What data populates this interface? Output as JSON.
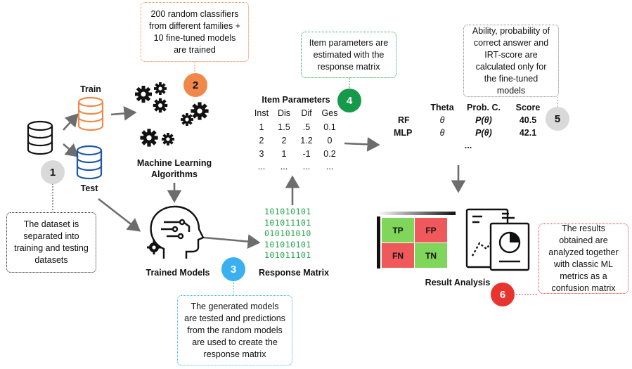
{
  "notes": {
    "step1": "The dataset is separated into training and testing datasets",
    "step2": "200 random classifiers from different families + 10 fine-tuned models are trained",
    "step3": "The generated models are tested and predictions from the random models are used to create the response matrix",
    "step4": "Item parameters are estimated with the response matrix",
    "step5": "Ability, probability of correct answer and IRT-score are calculated only for the fine-tuned models",
    "step6": "The results obtained are analyzed together with classic ML metrics as a confusion matrix"
  },
  "badges": [
    "1",
    "2",
    "3",
    "4",
    "5",
    "6"
  ],
  "badge_colors": [
    "#d9d9d9",
    "#f0884a",
    "#3ab0f0",
    "#159a4a",
    "#d9d9d9",
    "#e9332f"
  ],
  "labels": {
    "train": "Train",
    "test": "Test",
    "ml_algorithms_1": "Machine Learning",
    "ml_algorithms_2": "Algorithms",
    "trained_models": "Trained Models",
    "response_matrix": "Response Matrix",
    "item_parameters": "Item Parameters",
    "result_analysis": "Result Analysis"
  },
  "binary_rows": [
    "101010101",
    "101011101",
    "010101010",
    "101010101",
    "101011101"
  ],
  "item_params": {
    "headers": [
      "Inst",
      "Dis",
      "Dif",
      "Ges"
    ],
    "rows": [
      [
        "1",
        "1.5",
        ".5",
        "0.1"
      ],
      [
        "2",
        "2",
        "1.2",
        "0"
      ],
      [
        "3",
        "1",
        "-1",
        "0.2"
      ],
      [
        "...",
        "...",
        "...",
        "..."
      ]
    ]
  },
  "scores": {
    "headers": [
      "Theta",
      "Prob. C.",
      "Score"
    ],
    "rows": [
      {
        "model": "RF",
        "theta": "θ",
        "prob": "P(θ)",
        "score": "40.5"
      },
      {
        "model": "MLP",
        "theta": "θ",
        "prob": "P(θ)",
        "score": "42.1"
      }
    ],
    "ellipsis": "..."
  },
  "confusion": {
    "tp": "TP",
    "fp": "FP",
    "fn": "FN",
    "tn": "TN"
  },
  "colors": {
    "train": "#f0884a",
    "test": "#1f56a8",
    "arrow": "#6d6d6d",
    "green_cell": "#7fd65a",
    "red_cell": "#f0595b"
  }
}
